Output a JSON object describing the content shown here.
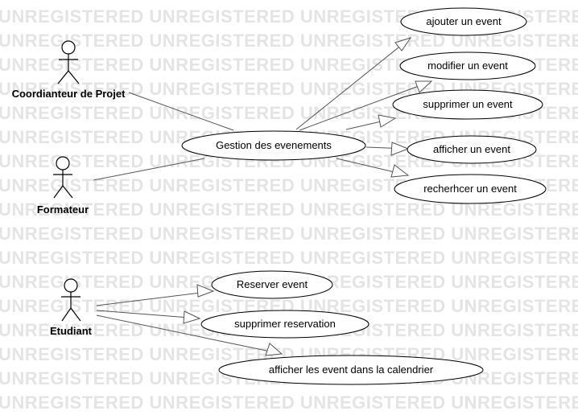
{
  "watermark": "UNREGISTERED UNREGISTERED UNREGISTERED UNREGISTERED",
  "actors": {
    "coordinator": "Coordianteur de Projet",
    "trainer": "Formateur",
    "student": "Etudiant"
  },
  "use_cases": {
    "manage_events": "Gestion des evenements",
    "add_event": "ajouter un event",
    "edit_event": "modifier un event",
    "delete_event": "supprimer un event",
    "show_event": "afficher un event",
    "search_event": "recherhcer un event",
    "book_event": "Reserver event",
    "delete_booking": "supprimer reservation",
    "calendar_events": "afficher les event dans la calendrier"
  }
}
